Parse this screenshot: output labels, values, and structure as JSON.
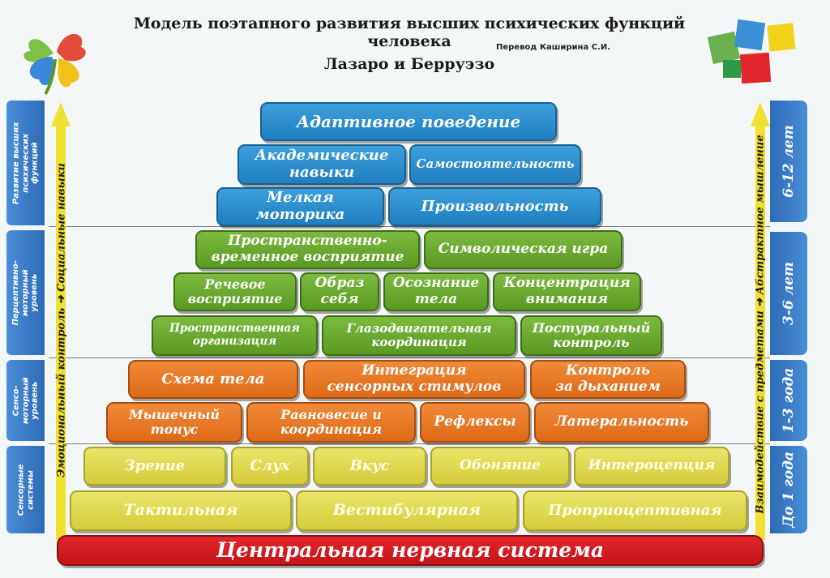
{
  "header": {
    "title_line1": "Модель поэтапного развития высших психических функций человека",
    "title_line2": "Лазаро и  Берруэзо",
    "translator": "Перевод Каширина С.И."
  },
  "left_levels": {
    "higher": "Развитие высших\nпсихических\nфункций",
    "perceptual": "Перцептивно-\nмоторный\nуровень",
    "sensomotor": "Сенсо-\nмоторный\nуровень",
    "sensory": "Сенсорные\nсистемы"
  },
  "left_axis": {
    "emotional": "Эмоциональный контроль",
    "arrow": "➜",
    "social": "Социальные навыки"
  },
  "right_axis": {
    "interaction": "Взаимодействие с предметами",
    "arrow": "➜",
    "abstract": "Абстрактное мышление"
  },
  "ages": {
    "age_6_12": "6-12  лет",
    "age_3_6": "3-6  лет",
    "age_1_3": "1-3  года",
    "age_0_1": "До 1 года"
  },
  "pyramid": {
    "adaptive": "Адаптивное поведение",
    "academic": "Академические\nнавыки",
    "independence": "Самостоятельность",
    "fine_motor": "Мелкая\nмоторика",
    "voluntariness": "Произвольность",
    "spatiotemporal": "Пространственно-\nвременное восприятие",
    "symbolic_play": "Символическая игра",
    "speech": "Речевое\nвосприятие",
    "self_image": "Образ\nсебя",
    "body_awareness": "Осознание\nтела",
    "attention": "Концентрация\nвнимания",
    "spatial_org": "Пространственная\nорганизация",
    "eye_motor": "Глазодвигательная\nкоординация",
    "postural": "Постуральный\nконтроль",
    "body_scheme": "Схема тела",
    "sensory_integration": "Интеграция\nсенсорных стимулов",
    "breathing": "Контроль\nза дыханием",
    "muscle_tone": "Мышечный\nтонус",
    "balance": "Равновесие и\nкоординация",
    "reflexes": "Рефлексы",
    "laterality": "Латеральность",
    "vision": "Зрение",
    "hearing": "Слух",
    "taste": "Вкус",
    "smell": "Обоняние",
    "interoception": "Интероцепция",
    "tactile": "Тактильная",
    "vestibular": "Вестибулярная",
    "proprioceptive": "Проприоцептивная",
    "cns": "Центральная нервная система"
  },
  "colors": {
    "blue": "#2a8fd0",
    "green": "#6aaa30",
    "orange": "#e87a26",
    "yellow": "#e0da50",
    "red": "#d41c20",
    "axis_yellow": "#f0e030"
  }
}
